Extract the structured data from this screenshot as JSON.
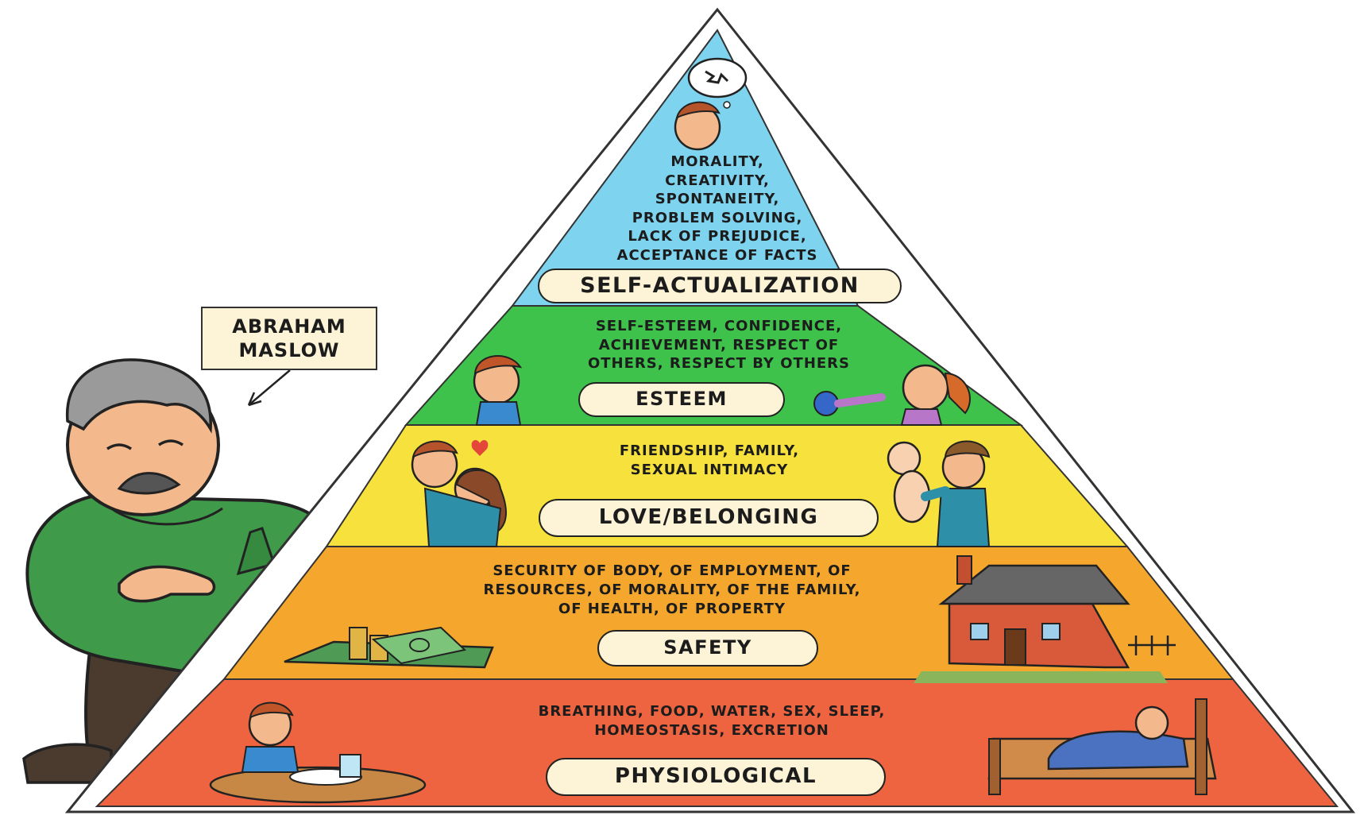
{
  "label_box": {
    "text": "ABRAHAM\nMASLOW"
  },
  "levels": [
    {
      "name": "SELF-ACTUALIZATION",
      "description": "MORALITY,\nCREATIVITY,\nSPONTANEITY,\nPROBLEM SOLVING,\nLACK OF PREJUDICE,\nACCEPTANCE OF FACTS",
      "color": "#7ed3ef"
    },
    {
      "name": "ESTEEM",
      "description": "SELF-ESTEEM, CONFIDENCE,\nACHIEVEMENT, RESPECT OF\nOTHERS, RESPECT BY OTHERS",
      "color": "#3fc24b"
    },
    {
      "name": "LOVE/BELONGING",
      "description": "FRIENDSHIP, FAMILY,\nSEXUAL INTIMACY",
      "color": "#f6e13d"
    },
    {
      "name": "SAFETY",
      "description": "SECURITY OF BODY, OF EMPLOYMENT, OF\nRESOURCES, OF MORALITY, OF THE FAMILY,\nOF HEALTH, OF PROPERTY",
      "color": "#f4a72c"
    },
    {
      "name": "PHYSIOLOGICAL",
      "description": "BREATHING, FOOD, WATER, SEX, SLEEP,\nHOMEOSTASIS, EXCRETION",
      "color": "#ef6440"
    }
  ]
}
